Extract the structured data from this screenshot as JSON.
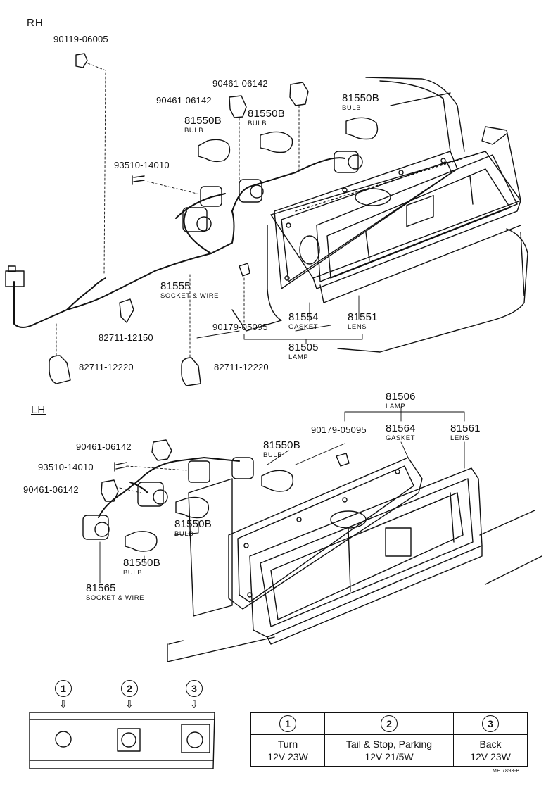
{
  "sections": {
    "rh": "RH",
    "lh": "LH"
  },
  "rh_labels": {
    "screw_top": "90119-06005",
    "clip_a": "90461-06142",
    "clip_b": "90461-06142",
    "bulb_a_num": "81550B",
    "bulb_a_name": "BULB",
    "bulb_b_num": "81550B",
    "bulb_b_name": "BULB",
    "bulb_c_num": "81550B",
    "bulb_c_name": "BULB",
    "screw_side": "93510-14010",
    "socket_num": "81555",
    "socket_name": "SOCKET & WIRE",
    "clamp_a": "82711-12150",
    "clamp_b": "82711-12220",
    "clamp_c": "82711-12220",
    "nut": "90179-05095",
    "gasket_num": "81554",
    "gasket_name": "GASKET",
    "lens_num": "81551",
    "lens_name": "LENS",
    "lamp_num": "81505",
    "lamp_name": "LAMP"
  },
  "lh_labels": {
    "lamp_num": "81506",
    "lamp_name": "LAMP",
    "clip_a": "90461-06142",
    "screw_side": "93510-14010",
    "clip_b": "90461-06142",
    "nut": "90179-05095",
    "gasket_num": "81564",
    "gasket_name": "GASKET",
    "lens_num": "81561",
    "lens_name": "LENS",
    "bulb_a_num": "81550B",
    "bulb_a_name": "BULB",
    "bulb_b_num": "81550B",
    "bulb_b_name": "BULB",
    "bulb_c_num": "81550B",
    "bulb_c_name": "BULB",
    "socket_num": "81565",
    "socket_name": "SOCKET & WIRE"
  },
  "positions": [
    "1",
    "2",
    "3"
  ],
  "bulb_table": {
    "headers": [
      "1",
      "2",
      "3"
    ],
    "rows": [
      {
        "function": "Turn",
        "spec": "12V 23W"
      },
      {
        "function": "Tail & Stop, Parking",
        "spec": "12V 21/5W"
      },
      {
        "function": "Back",
        "spec": "12V 23W"
      }
    ]
  },
  "drawing_code": "ME 7893-B"
}
